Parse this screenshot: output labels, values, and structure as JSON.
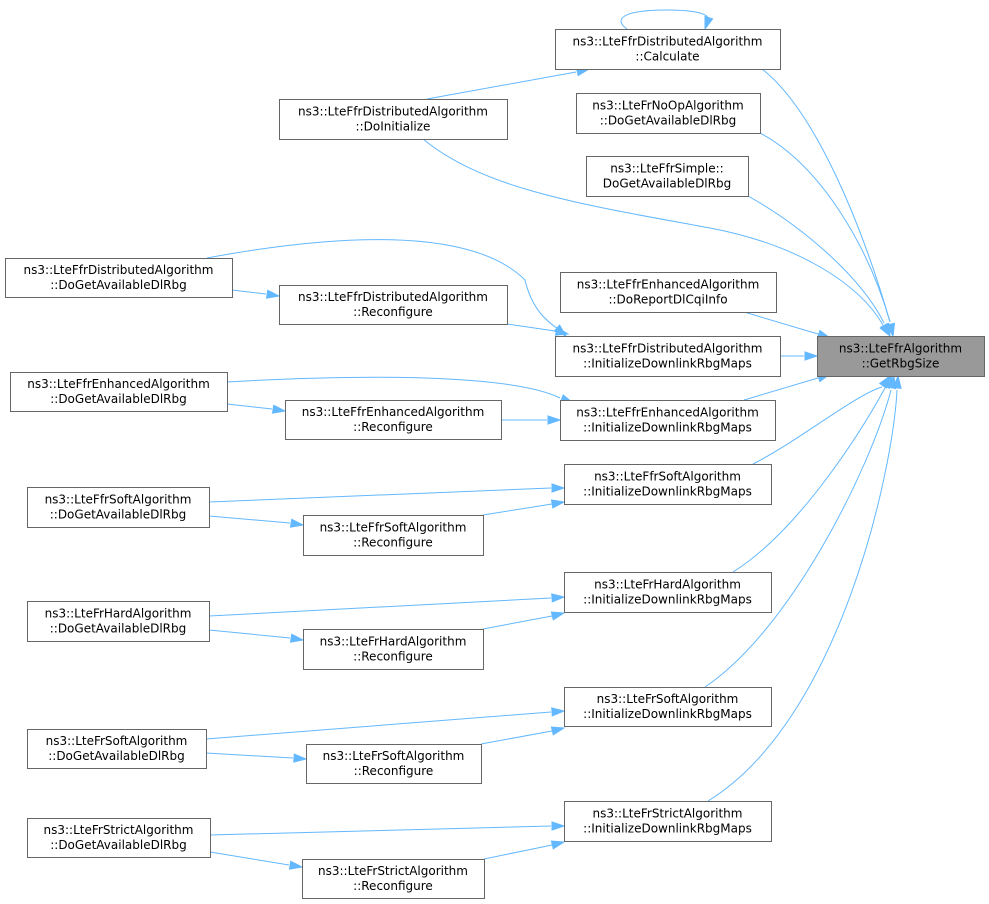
{
  "diagram": {
    "nodes": [
      {
        "id": "target",
        "focus": true,
        "lines": [
          "ns3::LteFfrAlgorithm",
          "::GetRbgSize"
        ]
      },
      {
        "id": "ffrdist_calc",
        "lines": [
          "ns3::LteFfrDistributedAlgorithm",
          "::Calculate"
        ]
      },
      {
        "id": "ffrdist_doinit",
        "lines": [
          "ns3::LteFfrDistributedAlgorithm",
          "::DoInitialize"
        ]
      },
      {
        "id": "frnoop_dl",
        "lines": [
          "ns3::LteFrNoOpAlgorithm",
          "::DoGetAvailableDlRbg"
        ]
      },
      {
        "id": "ffrsimple_dl",
        "lines": [
          "ns3::LteFfrSimple::",
          "DoGetAvailableDlRbg"
        ]
      },
      {
        "id": "ffrenh_cqi",
        "lines": [
          "ns3::LteFfrEnhancedAlgorithm",
          "::DoReportDlCqiInfo"
        ]
      },
      {
        "id": "ffrdist_dl",
        "lines": [
          "ns3::LteFfrDistributedAlgorithm",
          "::DoGetAvailableDlRbg"
        ]
      },
      {
        "id": "ffrdist_reconf",
        "lines": [
          "ns3::LteFfrDistributedAlgorithm",
          "::Reconfigure"
        ]
      },
      {
        "id": "ffrdist_init",
        "lines": [
          "ns3::LteFfrDistributedAlgorithm",
          "::InitializeDownlinkRbgMaps"
        ]
      },
      {
        "id": "ffrenh_dl",
        "lines": [
          "ns3::LteFfrEnhancedAlgorithm",
          "::DoGetAvailableDlRbg"
        ]
      },
      {
        "id": "ffrenh_reconf",
        "lines": [
          "ns3::LteFfrEnhancedAlgorithm",
          "::Reconfigure"
        ]
      },
      {
        "id": "ffrenh_init",
        "lines": [
          "ns3::LteFfrEnhancedAlgorithm",
          "::InitializeDownlinkRbgMaps"
        ]
      },
      {
        "id": "ffrsoft_dl",
        "lines": [
          "ns3::LteFfrSoftAlgorithm",
          "::DoGetAvailableDlRbg"
        ]
      },
      {
        "id": "ffrsoft_reconf",
        "lines": [
          "ns3::LteFfrSoftAlgorithm",
          "::Reconfigure"
        ]
      },
      {
        "id": "ffrsoft_init",
        "lines": [
          "ns3::LteFfrSoftAlgorithm",
          "::InitializeDownlinkRbgMaps"
        ]
      },
      {
        "id": "frhard_dl",
        "lines": [
          "ns3::LteFrHardAlgorithm",
          "::DoGetAvailableDlRbg"
        ]
      },
      {
        "id": "frhard_reconf",
        "lines": [
          "ns3::LteFrHardAlgorithm",
          "::Reconfigure"
        ]
      },
      {
        "id": "frhard_init",
        "lines": [
          "ns3::LteFrHardAlgorithm",
          "::InitializeDownlinkRbgMaps"
        ]
      },
      {
        "id": "frsoft_dl",
        "lines": [
          "ns3::LteFrSoftAlgorithm",
          "::DoGetAvailableDlRbg"
        ]
      },
      {
        "id": "frsoft_reconf",
        "lines": [
          "ns3::LteFrSoftAlgorithm",
          "::Reconfigure"
        ]
      },
      {
        "id": "frsoft_init",
        "lines": [
          "ns3::LteFrSoftAlgorithm",
          "::InitializeDownlinkRbgMaps"
        ]
      },
      {
        "id": "frstrict_dl",
        "lines": [
          "ns3::LteFrStrictAlgorithm",
          "::DoGetAvailableDlRbg"
        ]
      },
      {
        "id": "frstrict_reconf",
        "lines": [
          "ns3::LteFrStrictAlgorithm",
          "::Reconfigure"
        ]
      },
      {
        "id": "frstrict_init",
        "lines": [
          "ns3::LteFrStrictAlgorithm",
          "::InitializeDownlinkRbgMaps"
        ]
      }
    ],
    "edges": [
      {
        "from": "ffrdist_calc",
        "to": "ffrdist_calc"
      },
      {
        "from": "ffrdist_doinit",
        "to": "ffrdist_calc"
      },
      {
        "from": "ffrdist_calc",
        "to": "target"
      },
      {
        "from": "frnoop_dl",
        "to": "target"
      },
      {
        "from": "ffrdist_doinit",
        "to": "target"
      },
      {
        "from": "ffrsimple_dl",
        "to": "target"
      },
      {
        "from": "ffrenh_cqi",
        "to": "target"
      },
      {
        "from": "ffrdist_init",
        "to": "target"
      },
      {
        "from": "ffrenh_init",
        "to": "target"
      },
      {
        "from": "ffrsoft_init",
        "to": "target"
      },
      {
        "from": "frhard_init",
        "to": "target"
      },
      {
        "from": "frsoft_init",
        "to": "target"
      },
      {
        "from": "frstrict_init",
        "to": "target"
      },
      {
        "from": "ffrdist_dl",
        "to": "ffrdist_reconf"
      },
      {
        "from": "ffrdist_dl",
        "to": "ffrdist_init"
      },
      {
        "from": "ffrdist_reconf",
        "to": "ffrdist_init"
      },
      {
        "from": "ffrenh_dl",
        "to": "ffrenh_reconf"
      },
      {
        "from": "ffrenh_dl",
        "to": "ffrenh_init"
      },
      {
        "from": "ffrenh_reconf",
        "to": "ffrenh_init"
      },
      {
        "from": "ffrsoft_dl",
        "to": "ffrsoft_reconf"
      },
      {
        "from": "ffrsoft_dl",
        "to": "ffrsoft_init"
      },
      {
        "from": "ffrsoft_reconf",
        "to": "ffrsoft_init"
      },
      {
        "from": "frhard_dl",
        "to": "frhard_reconf"
      },
      {
        "from": "frhard_dl",
        "to": "frhard_init"
      },
      {
        "from": "frhard_reconf",
        "to": "frhard_init"
      },
      {
        "from": "frsoft_dl",
        "to": "frsoft_reconf"
      },
      {
        "from": "frsoft_dl",
        "to": "frsoft_init"
      },
      {
        "from": "frsoft_reconf",
        "to": "frsoft_init"
      },
      {
        "from": "frstrict_dl",
        "to": "frstrict_reconf"
      },
      {
        "from": "frstrict_dl",
        "to": "frstrict_init"
      },
      {
        "from": "frstrict_reconf",
        "to": "frstrict_init"
      }
    ]
  }
}
